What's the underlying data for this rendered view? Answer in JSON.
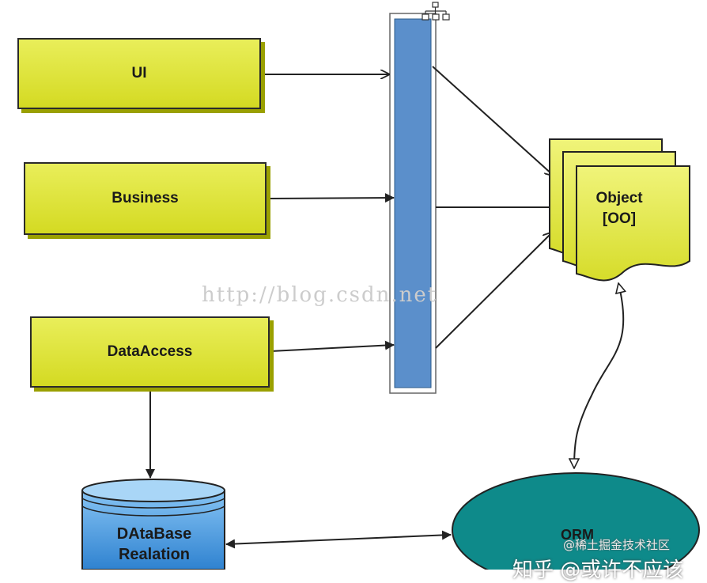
{
  "layers": {
    "ui": "UI",
    "business": "Business",
    "data_access": "DataAccess"
  },
  "object_box": {
    "line1": "Object",
    "line2": "[OO]"
  },
  "database": {
    "line1": "DAtaBase",
    "line2": "Realation"
  },
  "orm": "ORM",
  "watermarks": {
    "url": "http://blog.csdn.net",
    "juejin": "@稀土掘金技术社区",
    "zhihu": "知乎 @或许不应该"
  },
  "colors": {
    "layer_fill": "#dde43a",
    "bus_fill": "#5b8fcb",
    "object_fill": "#e8ee55",
    "database_fill": "#4f9fe0",
    "orm_fill": "#0e8a8a"
  }
}
